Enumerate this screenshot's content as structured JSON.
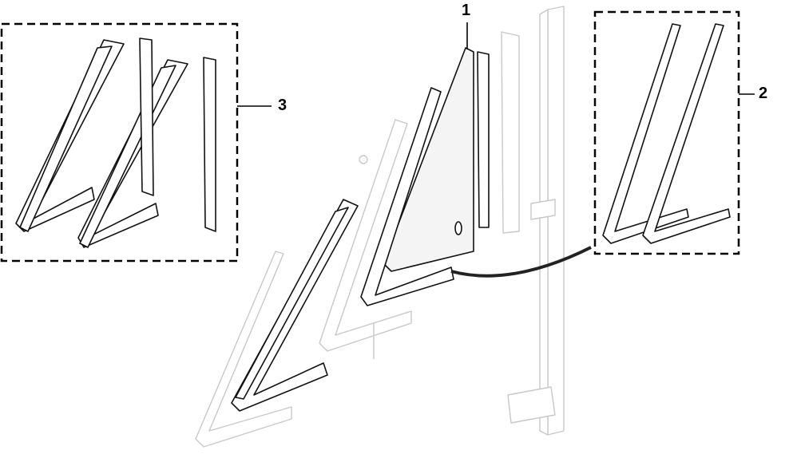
{
  "diagram": {
    "type": "exploded-parts-view",
    "callouts": [
      {
        "id": "1",
        "label": "1"
      },
      {
        "id": "2",
        "label": "2"
      },
      {
        "id": "3",
        "label": "3"
      }
    ]
  }
}
